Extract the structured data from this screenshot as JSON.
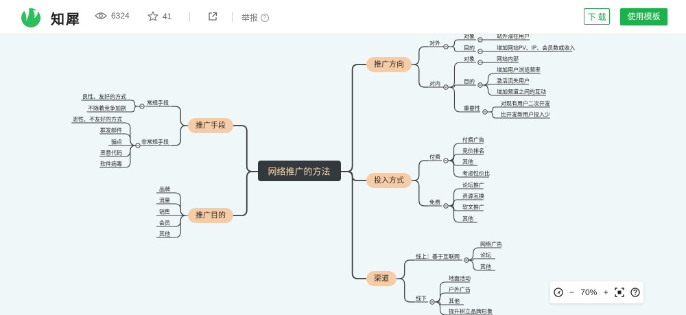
{
  "header": {
    "brand": "知犀",
    "views": "6324",
    "stars": "41",
    "report": "举报",
    "download": "下 载",
    "use_template": "使用模板"
  },
  "mindmap": {
    "root": "网络推广的方法",
    "branches": {
      "direction": {
        "label": "推广方向",
        "external": {
          "label": "对外",
          "target": {
            "label": "对象",
            "items": [
              "站外潜在用户"
            ]
          },
          "goal": {
            "label": "目的",
            "items": [
              "增加网站PV、IP、会员数或收入"
            ]
          }
        },
        "internal": {
          "label": "对内",
          "target": {
            "label": "对象",
            "items": [
              "网站内部"
            ]
          },
          "goal": {
            "label": "目的",
            "items": [
              "增加用户浏览频率",
              "激活流失用户",
              "增加频道之间的互动"
            ]
          },
          "importance": {
            "label": "重要性",
            "items": [
              "对现有用户二次开发",
              "比开发新用户投入少"
            ]
          }
        }
      },
      "investment": {
        "label": "投入方式",
        "paid": {
          "label": "付费",
          "items": [
            "付费广告",
            "竞价排名",
            "其他",
            "考虑性价比"
          ]
        },
        "free": {
          "label": "免费",
          "items": [
            "论坛推广",
            "资源互换",
            "软文推广",
            "其他"
          ]
        }
      },
      "channel": {
        "label": "渠道",
        "online": {
          "label": "线上：基于互联网",
          "items": [
            "网络广告",
            "论坛",
            "其他"
          ]
        },
        "offline": {
          "label": "线下",
          "items": [
            "地面活动",
            "户外广告",
            "其他",
            "提升树立品牌形象"
          ]
        }
      },
      "means": {
        "label": "推广手段",
        "regular": {
          "label": "常规手段",
          "items": [
            "良性、友好的方式",
            "不随着竞争加剧"
          ]
        },
        "irregular": {
          "label": "非常规手段",
          "items": [
            "恶性、不友好的方式",
            "群发邮件",
            "骗点",
            "恶意代码",
            "软件病毒"
          ]
        }
      },
      "purpose": {
        "label": "推广目的",
        "items": [
          "品牌",
          "流量",
          "销售",
          "会员",
          "其他"
        ]
      }
    }
  },
  "zoom": {
    "minus": "−",
    "level": "70%",
    "plus": "+"
  },
  "colors": {
    "root_bg": "#33393c",
    "root_text": "#ffdcb0",
    "branch_bg": "#f4cda8",
    "branch_text": "#3a2a1a",
    "line": "#3d3d3d",
    "accent": "#1aad54"
  }
}
